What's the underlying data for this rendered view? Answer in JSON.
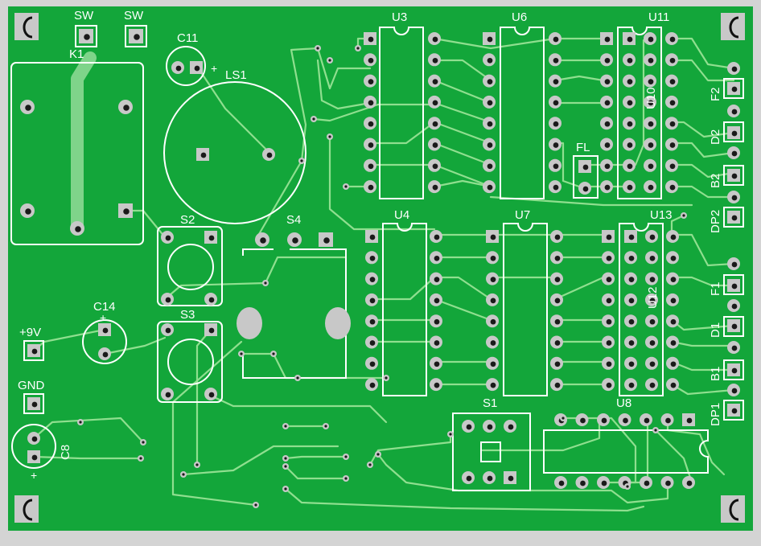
{
  "colors": {
    "border": "#d4d4d4",
    "board": "#13a63a",
    "trace": "#8fdf8f",
    "silk": "#ffffff",
    "pad": "#c8c8c8",
    "hole": "#1a1a1a"
  },
  "labels": {
    "sw_left": "SW",
    "sw_right": "SW",
    "k1": "K1",
    "c11": "C11",
    "ls1": "LS1",
    "u3": "U3",
    "u6": "U6",
    "u11": "U11",
    "u10": "U10",
    "fl": "FL",
    "u4": "U4",
    "u7": "U7",
    "u13": "U13",
    "u12": "U12",
    "s2": "S2",
    "s4": "S4",
    "s3": "S3",
    "c14": "C14",
    "c14_plus": "+",
    "c11_plus": "+",
    "nine_v": "+9V",
    "gnd": "GND",
    "c8": "C8",
    "c8_plus": "+",
    "s1": "S1",
    "u8": "U8",
    "f2": "F2",
    "d2": "D2",
    "b2": "B2",
    "dp2": "DP2",
    "f1": "F1",
    "d1": "D1",
    "b1": "B1",
    "dp1": "DP1"
  }
}
